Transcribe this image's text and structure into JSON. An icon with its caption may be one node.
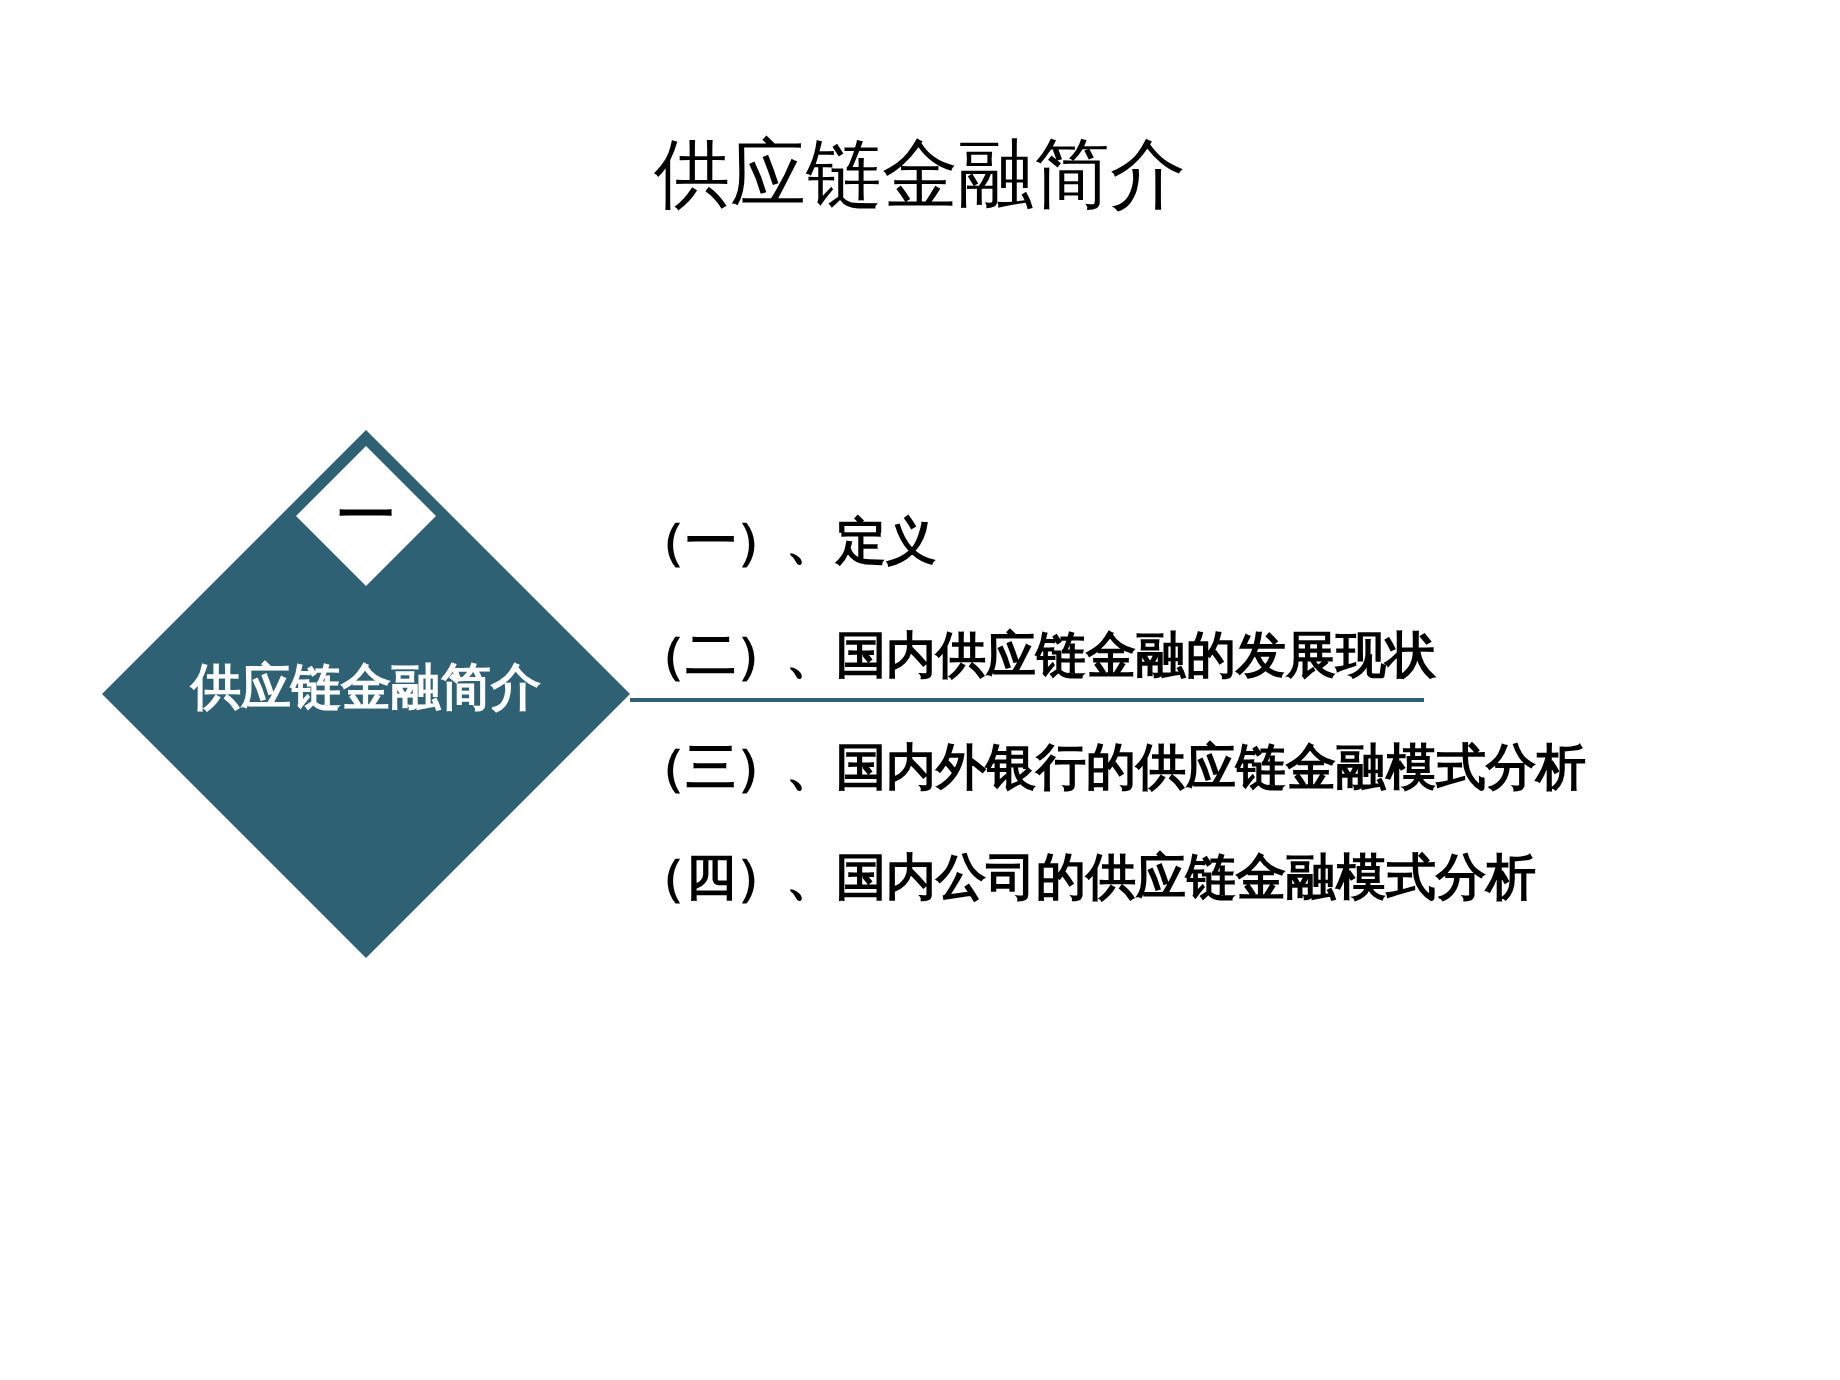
{
  "diagram": {
    "title": "供应链金融简介",
    "nodes": [
      {
        "text": [
          "供应链金融简介"
        ]
      },
      {
        "text": [
          "一"
        ],
        "in": 0
      }
    ],
    "edges": [],
    "labels": [
      "（一）、定义",
      "（二）、国内供应链金融的发展现状",
      "（三）、国内外银行的供应链金融模式分析",
      "（四）、国内公司的供应链金融模式分析"
    ]
  }
}
